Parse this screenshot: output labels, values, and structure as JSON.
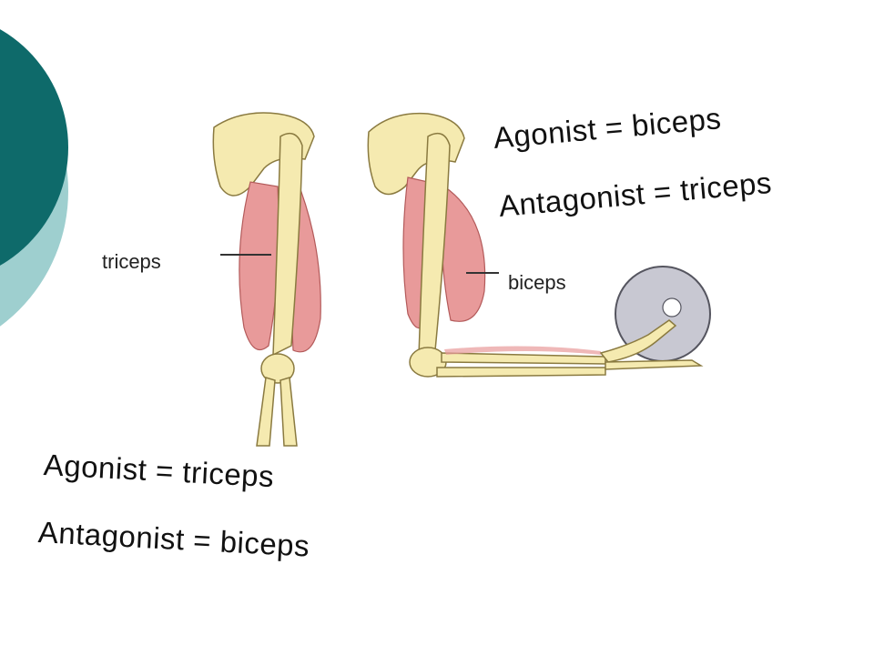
{
  "slide": {
    "colors": {
      "deco_dark": "#0e6a6a",
      "deco_light": "#9ecfcf",
      "muscle": "#e89a9a",
      "bone": "#f5eab0",
      "weight": "#c8c8d2"
    },
    "diagram": {
      "left_arm_label": "triceps",
      "right_arm_label": "biceps"
    },
    "extension_caption": {
      "agonist": "Agonist = triceps",
      "antagonist": "Antagonist = biceps"
    },
    "flexion_caption": {
      "agonist": "Agonist = biceps",
      "antagonist": "Antagonist = triceps"
    }
  }
}
